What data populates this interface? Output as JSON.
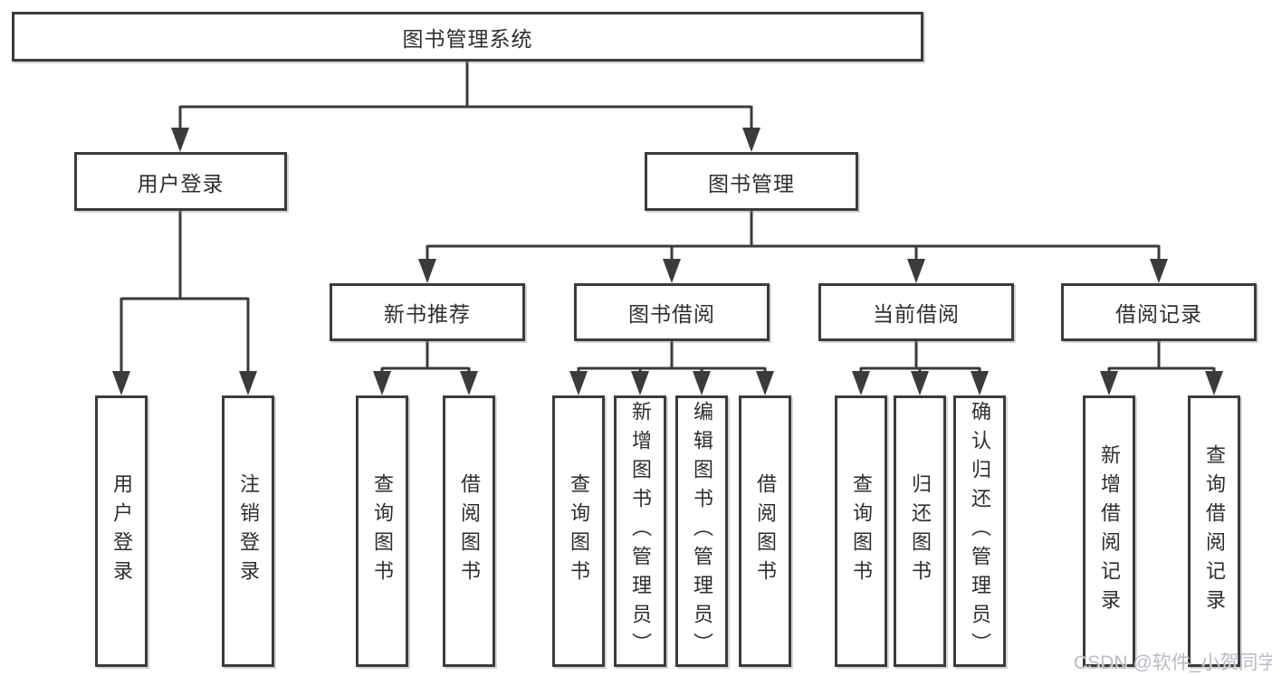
{
  "diagram": {
    "root": {
      "label": "图书管理系统"
    },
    "branches": {
      "user_login": {
        "label": "用户登录",
        "children": [
          {
            "label": "用户登录"
          },
          {
            "label": "注销登录"
          }
        ]
      },
      "book_management": {
        "label": "图书管理",
        "sections": {
          "new_book_recommend": {
            "label": "新书推荐",
            "children": [
              {
                "label": "查询图书"
              },
              {
                "label": "借阅图书"
              }
            ]
          },
          "book_borrow": {
            "label": "图书借阅",
            "children": [
              {
                "label": "查询图书"
              },
              {
                "label": "新增图书（管理员）"
              },
              {
                "label": "编辑图书（管理员）"
              },
              {
                "label": "借阅图书"
              }
            ]
          },
          "current_borrow": {
            "label": "当前借阅",
            "children": [
              {
                "label": "查询图书"
              },
              {
                "label": "归还图书"
              },
              {
                "label": "确认归还（管理员）"
              }
            ]
          },
          "borrow_records": {
            "label": "借阅记录",
            "children": [
              {
                "label": "新增借阅记录"
              },
              {
                "label": "查询借阅记录"
              }
            ]
          }
        }
      }
    }
  },
  "watermark": {
    "text": "CSDN @软件_小贺同学"
  },
  "colors": {
    "line": "#3b3b3b",
    "text": "#2e2e2e",
    "canvas": "#ffffff",
    "watermark": "#b7bcc3"
  }
}
